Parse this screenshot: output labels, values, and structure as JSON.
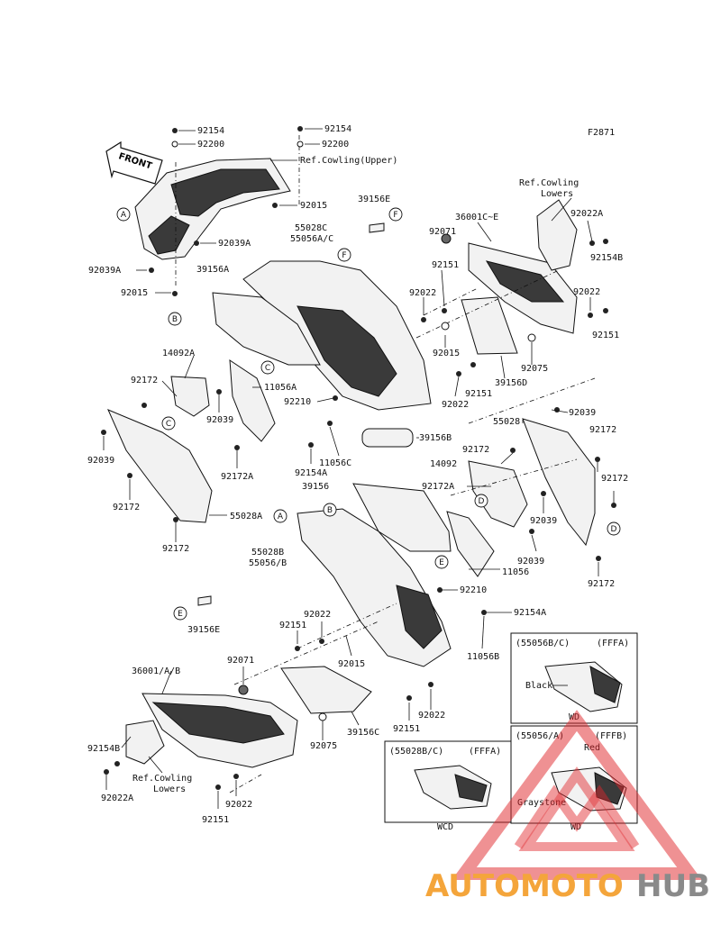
{
  "figure_code": "F2871",
  "front_label": "FRONT",
  "labels": [
    {
      "id": "l1",
      "text": "92154"
    },
    {
      "id": "l2",
      "text": "92200"
    },
    {
      "id": "l3",
      "text": "92154"
    },
    {
      "id": "l4",
      "text": "92200"
    },
    {
      "id": "l5",
      "text": "Ref.Cowling(Upper)"
    },
    {
      "id": "l6",
      "text": "92015"
    },
    {
      "id": "l7",
      "text": "39156E"
    },
    {
      "id": "l8",
      "text": "Ref.Cowling"
    },
    {
      "id": "l9",
      "text": "Lowers"
    },
    {
      "id": "l10",
      "text": "36001C~E"
    },
    {
      "id": "l11",
      "text": "92022A"
    },
    {
      "id": "l12",
      "text": "92071"
    },
    {
      "id": "l13",
      "text": "92154B"
    },
    {
      "id": "l14",
      "text": "55028C"
    },
    {
      "id": "l15",
      "text": "55056A/C"
    },
    {
      "id": "l16",
      "text": "92039A"
    },
    {
      "id": "l17",
      "text": "92039A"
    },
    {
      "id": "l18",
      "text": "39156A"
    },
    {
      "id": "l19",
      "text": "92015"
    },
    {
      "id": "l20",
      "text": "92151"
    },
    {
      "id": "l21",
      "text": "92022"
    },
    {
      "id": "l22",
      "text": "92022"
    },
    {
      "id": "l23",
      "text": "92151"
    },
    {
      "id": "l24",
      "text": "92015"
    },
    {
      "id": "l25",
      "text": "92075"
    },
    {
      "id": "l26",
      "text": "14092A"
    },
    {
      "id": "l27",
      "text": "92151"
    },
    {
      "id": "l28",
      "text": "39156D"
    },
    {
      "id": "l29",
      "text": "92172"
    },
    {
      "id": "l30",
      "text": "11056A"
    },
    {
      "id": "l31",
      "text": "92210"
    },
    {
      "id": "l32",
      "text": "92022"
    },
    {
      "id": "l33",
      "text": "92039"
    },
    {
      "id": "l34",
      "text": "92039"
    },
    {
      "id": "l35",
      "text": "55028"
    },
    {
      "id": "l36",
      "text": "39156B"
    },
    {
      "id": "l37",
      "text": "92172"
    },
    {
      "id": "l38",
      "text": "92039"
    },
    {
      "id": "l39",
      "text": "11056C"
    },
    {
      "id": "l40",
      "text": "92172"
    },
    {
      "id": "l41",
      "text": "92154A"
    },
    {
      "id": "l42",
      "text": "92172A"
    },
    {
      "id": "l43",
      "text": "14092"
    },
    {
      "id": "l44",
      "text": "92172"
    },
    {
      "id": "l45",
      "text": "39156"
    },
    {
      "id": "l46",
      "text": "92172A"
    },
    {
      "id": "l47",
      "text": "92172"
    },
    {
      "id": "l48",
      "text": "55028A"
    },
    {
      "id": "l49",
      "text": "92039"
    },
    {
      "id": "l50",
      "text": "92172"
    },
    {
      "id": "l51",
      "text": "55028B"
    },
    {
      "id": "l52",
      "text": "55056/B"
    },
    {
      "id": "l53",
      "text": "92039"
    },
    {
      "id": "l54",
      "text": "11056"
    },
    {
      "id": "l55",
      "text": "92172"
    },
    {
      "id": "l56",
      "text": "92210"
    },
    {
      "id": "l57",
      "text": "39156E"
    },
    {
      "id": "l58",
      "text": "92022"
    },
    {
      "id": "l59",
      "text": "92154A"
    },
    {
      "id": "l60",
      "text": "92151"
    },
    {
      "id": "l61",
      "text": "92015"
    },
    {
      "id": "l62",
      "text": "11056B"
    },
    {
      "id": "l63",
      "text": "36001/A/B"
    },
    {
      "id": "l64",
      "text": "92071"
    },
    {
      "id": "l65",
      "text": "92022"
    },
    {
      "id": "l66",
      "text": "92151"
    },
    {
      "id": "l67",
      "text": "39156C"
    },
    {
      "id": "l68",
      "text": "92154B"
    },
    {
      "id": "l69",
      "text": "92075"
    },
    {
      "id": "l70",
      "text": "Ref.Cowling"
    },
    {
      "id": "l71",
      "text": "Lowers"
    },
    {
      "id": "l72",
      "text": "92022A"
    },
    {
      "id": "l73",
      "text": "92022"
    },
    {
      "id": "l74",
      "text": "92151"
    }
  ],
  "insets": [
    {
      "id": "inset1",
      "part": "(55056B/C)",
      "code": "(FFFA)",
      "color": "Black",
      "model": "WD"
    },
    {
      "id": "inset2",
      "part": "(55028B/C)",
      "code": "(FFFA)",
      "color": "",
      "model": "WCD"
    },
    {
      "id": "inset3",
      "part": "(55056/A)",
      "code": "(FFFB)",
      "color": "Red",
      "color2": "Graystone",
      "model": "WD"
    }
  ],
  "watermark": {
    "part1": "AUTOMOTO",
    "part2": "HUB",
    "color1": "#f4a53b",
    "color2": "#8a8a8a",
    "logo_color": "#e0262b"
  }
}
